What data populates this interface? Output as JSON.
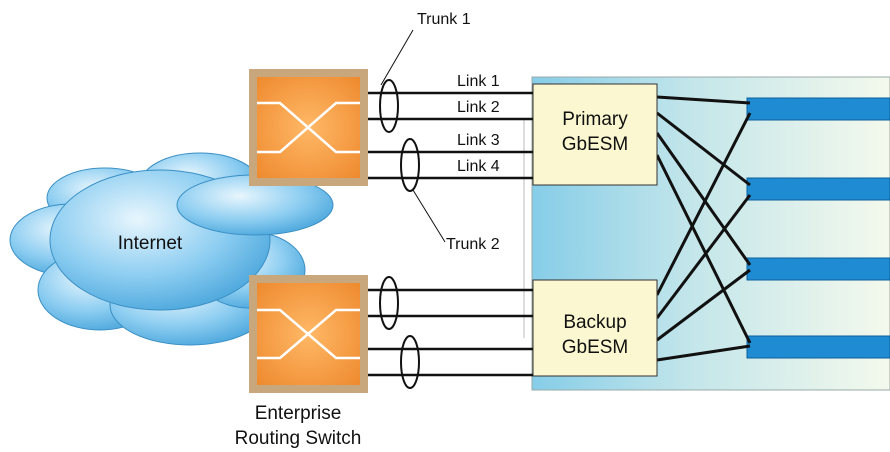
{
  "labels": {
    "trunk1": "Trunk 1",
    "trunk2": "Trunk 2",
    "internet": "Internet",
    "switch_caption": [
      "Enterprise",
      "Routing Switch"
    ]
  },
  "links": [
    "Link 1",
    "Link 2",
    "Link 3",
    "Link 4"
  ],
  "gbesm": {
    "primary": [
      "Primary",
      "GbESM"
    ],
    "backup": [
      "Backup",
      "GbESM"
    ]
  },
  "colors": {
    "switch_fill": "#f29a45",
    "switch_border": "#c9a77d",
    "gbesm_fill": "#fbf7d0",
    "chassis_left": "#8ed0ea",
    "chassis_right": "#f2f8ea",
    "blade": "#1d8bd1",
    "cloud": "#5fb4e6",
    "line": "#111111"
  }
}
